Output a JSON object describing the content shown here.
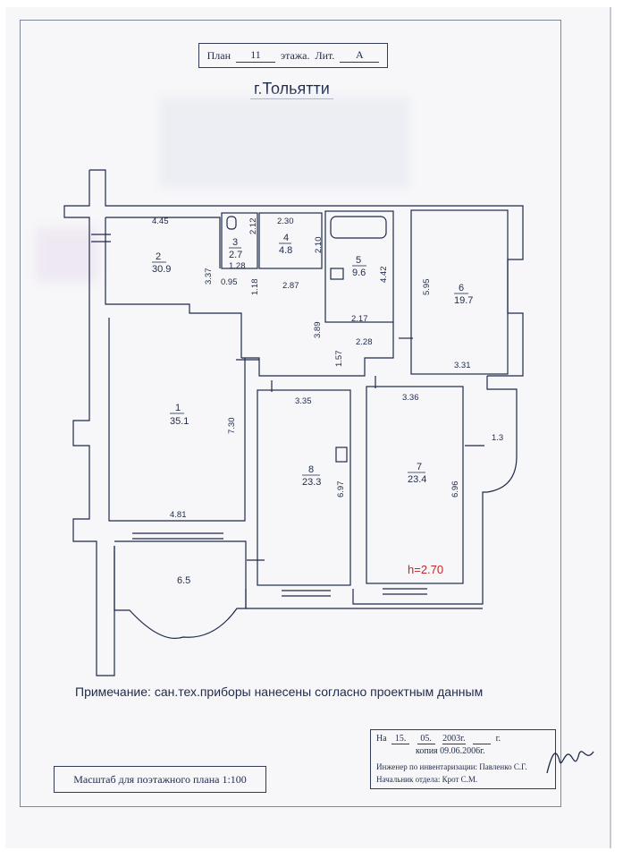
{
  "header": {
    "plan_word": "План",
    "floor_value": "11",
    "floor_word": "этажа.",
    "lit_word": "Лит.",
    "lit_value": "А",
    "city": "г.Тольятти"
  },
  "rooms": [
    {
      "id": "1",
      "area": "35.1"
    },
    {
      "id": "2",
      "area": "30.9"
    },
    {
      "id": "3",
      "area": "2.7"
    },
    {
      "id": "4",
      "area": "4.8"
    },
    {
      "id": "5",
      "area": "9.6"
    },
    {
      "id": "6",
      "area": "19.7"
    },
    {
      "id": "7",
      "area": "23.4"
    },
    {
      "id": "8",
      "area": "23.3"
    }
  ],
  "dimensions": [
    "4.45",
    "3.37",
    "2.12",
    "1.28",
    "0.95",
    "1.18",
    "2.30",
    "2.10",
    "2.87",
    "4.42",
    "2.17",
    "2.28",
    "3.89",
    "1.57",
    "5.95",
    "3.31",
    "3.35",
    "3.36",
    "7.30",
    "4.81",
    "6.97",
    "6.96",
    "1.3",
    "6.5"
  ],
  "height_label": "h=2.70",
  "note": "Примечание: сан.тех.приборы нанесены согласно проектным данным",
  "scale": "Масштаб для поэтажного плана 1:100",
  "stamp": {
    "date_prefix": "На",
    "day": "15.",
    "month": "05.",
    "year": "2003г.",
    "suffix": "г.",
    "copy": "копия 09.06.2006г.",
    "engineer_label": "Инженер по инвентаризации:",
    "engineer_name": "Павленко С.Г.",
    "head_label": "Начальник отдела:",
    "head_name": "Крот С.М."
  }
}
